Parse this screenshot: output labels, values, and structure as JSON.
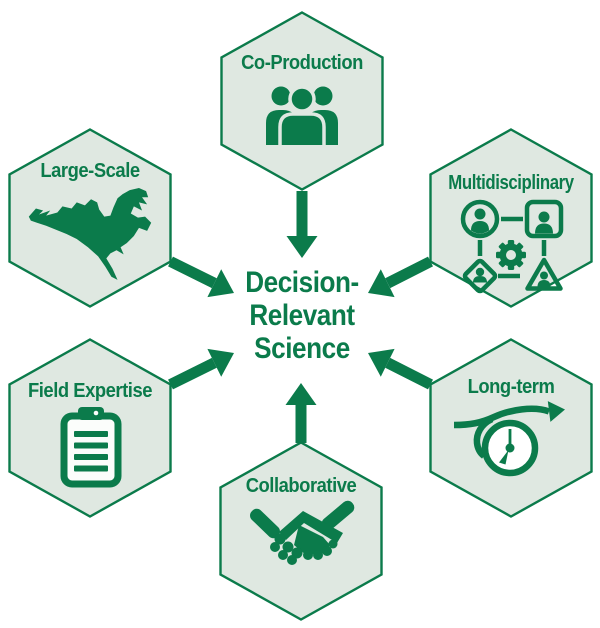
{
  "diagram": {
    "center_title": {
      "line1": "Decision-",
      "line2": "Relevant",
      "line3": "Science"
    },
    "hexagons": [
      {
        "label": "Co-Production",
        "icon": "people-group-icon",
        "position": "top"
      },
      {
        "label": "Large-Scale",
        "icon": "north-america-map-icon",
        "position": "top-left"
      },
      {
        "label": "Multidisciplinary",
        "icon": "multidisciplinary-network-icon",
        "position": "top-right"
      },
      {
        "label": "Field Expertise",
        "icon": "clipboard-icon",
        "position": "bottom-left"
      },
      {
        "label": "Long-term",
        "icon": "clock-long-term-icon",
        "position": "bottom-right"
      },
      {
        "label": "Collaborative",
        "icon": "handshake-icon",
        "position": "bottom"
      }
    ],
    "colors": {
      "accent_green": "#0b7b4b",
      "hexagon_fill": "#dfe8e1",
      "background": "#ffffff"
    }
  }
}
